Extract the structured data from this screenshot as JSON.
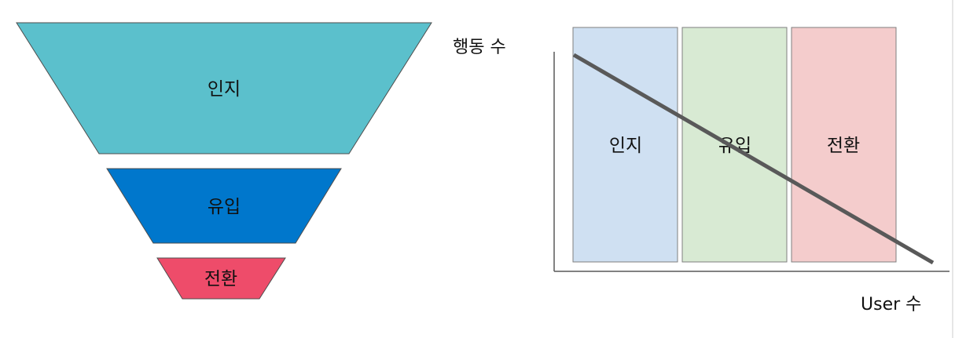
{
  "funnel": {
    "stages": [
      {
        "label": "인지",
        "color": "#5bc0cc"
      },
      {
        "label": "유입",
        "color": "#0077cc"
      },
      {
        "label": "전환",
        "color": "#ee4c6a"
      }
    ]
  },
  "stage_chart": {
    "y_axis_label": "행동 수",
    "x_axis_label": "User 수",
    "stages": [
      {
        "label": "인지",
        "color": "#cfe0f2"
      },
      {
        "label": "유입",
        "color": "#d8ead3"
      },
      {
        "label": "전환",
        "color": "#f4cccc"
      }
    ],
    "trend_color": "#595959",
    "trend": "decreasing"
  }
}
